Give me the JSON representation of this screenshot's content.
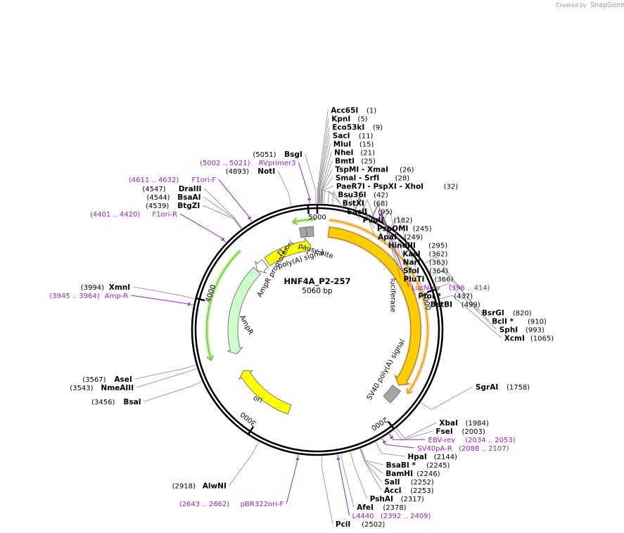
{
  "brand": {
    "created_by": "Created by",
    "name": "SnapGene"
  },
  "plasmid": {
    "name": "HNF4A_P2-257",
    "length_label": "5060 bp",
    "length": 5060
  },
  "ticks": [
    "1000",
    "2000",
    "3000",
    "4000",
    "5000"
  ],
  "features": [
    {
      "name": "luciferase",
      "start": 95,
      "end": 1744,
      "dir": 1,
      "color": "#ffcc00",
      "halo": "#f5a623",
      "ring": 1
    },
    {
      "name": "SV40 poly(A) signal",
      "start": 1776,
      "end": 1898,
      "dir": 0,
      "color": "#a6a6a6",
      "ring": 1
    },
    {
      "name": "poly(A) signal",
      "start": 4920,
      "end": 4968,
      "dir": 0,
      "color": "#a6a6a6",
      "ring": 1
    },
    {
      "name": "pause site",
      "start": 4975,
      "end": 5030,
      "dir": 0,
      "color": "#a6a6a6",
      "ring": 1
    },
    {
      "name": "ori",
      "start": 2800,
      "end": 3389,
      "dir": 1,
      "color": "#ffff00",
      "ring": 2
    },
    {
      "name": "AmpR",
      "start": 3560,
      "end": 4420,
      "dir": -1,
      "color": "#ccffcc",
      "ring": 2
    },
    {
      "name": "AmpR promoter",
      "start": 4420,
      "end": 4524,
      "dir": -1,
      "color": "#ffffff",
      "ring": 2
    },
    {
      "name": "f1 ori",
      "start": 4550,
      "end": 5000,
      "dir": 1,
      "color": "#ffff00",
      "ring": 2
    }
  ],
  "arcs": [
    {
      "start": 4880,
      "end": 5050,
      "dir": -1,
      "color": "#7bd13b"
    },
    {
      "start": 85,
      "end": 1760,
      "dir": 1,
      "color": "#e8a317"
    },
    {
      "start": 3570,
      "end": 4440,
      "dir": -1,
      "color": "#7bd13b"
    }
  ],
  "enzymes": [
    {
      "name": "BsgI",
      "pos": "(5051)",
      "p": 5051,
      "side": "L"
    },
    {
      "name": "NotI",
      "pos": "(4893)",
      "p": 4893,
      "side": "L"
    },
    {
      "name": "DraIII",
      "pos": "(4547)",
      "p": 4547,
      "side": "L"
    },
    {
      "name": "BsaAI",
      "pos": "(4544)",
      "p": 4544,
      "side": "L"
    },
    {
      "name": "BtgZI",
      "pos": "(4539)",
      "p": 4539,
      "side": "L"
    },
    {
      "name": "XmnI",
      "pos": "(3994)",
      "p": 3994,
      "side": "L"
    },
    {
      "name": "AseI",
      "pos": "(3567)",
      "p": 3567,
      "side": "L"
    },
    {
      "name": "NmeAIII",
      "pos": "(3543)",
      "p": 3543,
      "side": "L"
    },
    {
      "name": "BsaI",
      "pos": "(3456)",
      "p": 3456,
      "side": "L"
    },
    {
      "name": "AlwNI",
      "pos": "(2918)",
      "p": 2918,
      "side": "L"
    },
    {
      "name": "Acc65I",
      "pos": "(1)",
      "p": 1,
      "side": "R"
    },
    {
      "name": "KpnI",
      "pos": "(5)",
      "p": 5,
      "side": "R"
    },
    {
      "name": "Eco53kI",
      "pos": "(9)",
      "p": 9,
      "side": "R"
    },
    {
      "name": "SacI",
      "pos": "(11)",
      "p": 11,
      "side": "R"
    },
    {
      "name": "MluI",
      "pos": "(15)",
      "p": 15,
      "side": "R"
    },
    {
      "name": "NheI",
      "pos": "(21)",
      "p": 21,
      "side": "R"
    },
    {
      "name": "BmtI",
      "pos": "(25)",
      "p": 25,
      "side": "R"
    },
    {
      "name": "TspMI - XmaI",
      "pos": "(26)",
      "p": 26,
      "side": "R"
    },
    {
      "name": "SmaI - SrfI",
      "pos": "(28)",
      "p": 28,
      "side": "R"
    },
    {
      "name": "PaeR7I - PspXI - XhoI",
      "pos": "(32)",
      "p": 32,
      "side": "R"
    },
    {
      "name": "Bsu36I",
      "pos": "(42)",
      "p": 42,
      "side": "R"
    },
    {
      "name": "BstXI",
      "pos": "(68)",
      "p": 68,
      "side": "R"
    },
    {
      "name": "SacII",
      "pos": "(95)",
      "p": 95,
      "side": "R"
    },
    {
      "name": "PvuII",
      "pos": "(182)",
      "p": 182,
      "side": "R"
    },
    {
      "name": "PspOMI",
      "pos": "(245)",
      "p": 245,
      "side": "R"
    },
    {
      "name": "ApaI",
      "pos": "(249)",
      "p": 249,
      "side": "R"
    },
    {
      "name": "HindIII",
      "pos": "(295)",
      "p": 295,
      "side": "R"
    },
    {
      "name": "KasI",
      "pos": "(362)",
      "p": 362,
      "side": "R"
    },
    {
      "name": "NarI",
      "pos": "(363)",
      "p": 363,
      "side": "R"
    },
    {
      "name": "SfoI",
      "pos": "(364)",
      "p": 364,
      "side": "R"
    },
    {
      "name": "PluTI",
      "pos": "(366)",
      "p": 366,
      "side": "R"
    },
    {
      "name": "PfoI *",
      "pos": "(437)",
      "p": 437,
      "side": "R"
    },
    {
      "name": "BstBI",
      "pos": "(499)",
      "p": 499,
      "side": "R"
    },
    {
      "name": "BsrGI",
      "pos": "(820)",
      "p": 820,
      "side": "R"
    },
    {
      "name": "BclI *",
      "pos": "(910)",
      "p": 910,
      "side": "R"
    },
    {
      "name": "SphI",
      "pos": "(993)",
      "p": 993,
      "side": "R"
    },
    {
      "name": "XcmI",
      "pos": "(1065)",
      "p": 1065,
      "side": "R"
    },
    {
      "name": "SgrAI",
      "pos": "(1758)",
      "p": 1758,
      "side": "R"
    },
    {
      "name": "XbaI",
      "pos": "(1984)",
      "p": 1984,
      "side": "R"
    },
    {
      "name": "FseI",
      "pos": "(2003)",
      "p": 2003,
      "side": "R"
    },
    {
      "name": "HpaI",
      "pos": "(2144)",
      "p": 2144,
      "side": "R"
    },
    {
      "name": "BsaBI *",
      "pos": "(2245)",
      "p": 2245,
      "side": "R"
    },
    {
      "name": "BamHI",
      "pos": "(2246)",
      "p": 2246,
      "side": "R"
    },
    {
      "name": "SalI",
      "pos": "(2252)",
      "p": 2252,
      "side": "R"
    },
    {
      "name": "AccI",
      "pos": "(2253)",
      "p": 2253,
      "side": "R"
    },
    {
      "name": "PshAI",
      "pos": "(2317)",
      "p": 2317,
      "side": "R"
    },
    {
      "name": "AfeI",
      "pos": "(2378)",
      "p": 2378,
      "side": "R"
    },
    {
      "name": "PciI",
      "pos": "(2502)",
      "p": 2502,
      "side": "R"
    }
  ],
  "primers": [
    {
      "name": "RVprimer3",
      "range": "(5002 .. 5021)",
      "p": 5011,
      "side": "L"
    },
    {
      "name": "F1ori-F",
      "range": "(4611 .. 4632)",
      "p": 4621,
      "side": "L"
    },
    {
      "name": "F1ori-R",
      "range": "(4401 .. 4420)",
      "p": 4410,
      "side": "L"
    },
    {
      "name": "Amp-R",
      "range": "(3945 .. 3964)",
      "p": 3954,
      "side": "L"
    },
    {
      "name": "pBR322ori-F",
      "range": "(2643 .. 2662)",
      "p": 2652,
      "side": "L"
    },
    {
      "name": "LucNrev",
      "range": "(396 .. 414)",
      "p": 405,
      "side": "R"
    },
    {
      "name": "EBV-rev",
      "range": "(2034 .. 2053)",
      "p": 2043,
      "side": "R"
    },
    {
      "name": "SV40pA-R",
      "range": "(2088 .. 2107)",
      "p": 2097,
      "side": "R"
    },
    {
      "name": "L4440",
      "range": "(2392 .. 2409)",
      "p": 2400,
      "side": "R"
    }
  ]
}
